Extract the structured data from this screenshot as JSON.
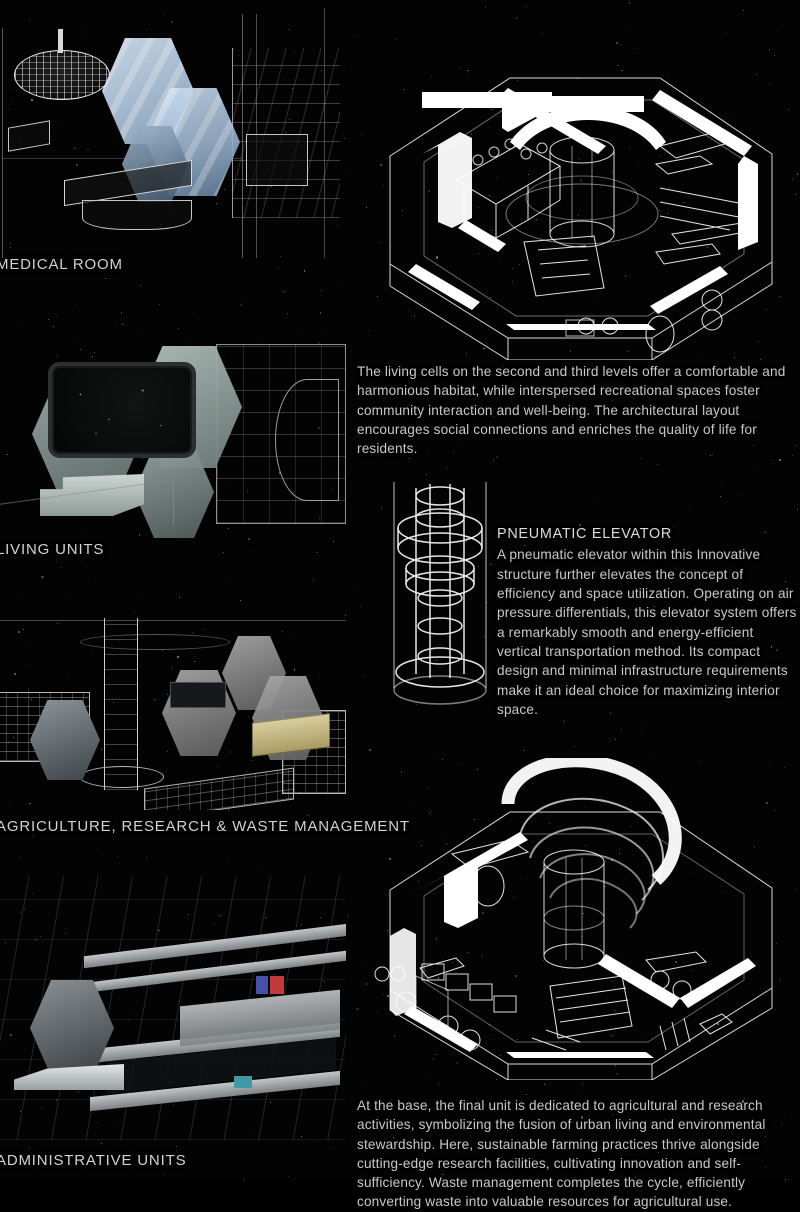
{
  "board": {
    "background_color": "#030303",
    "line_color": "#ffffff",
    "text_color": "#c9c9c9"
  },
  "captions": [
    {
      "id": "medical-room",
      "label": "MEDICAL ROOM"
    },
    {
      "id": "living-units",
      "label": "LIVING UNITS"
    },
    {
      "id": "agriculture",
      "label": "AGRICULTURE, RESEARCH & WASTE MANAGEMENT"
    },
    {
      "id": "administrative",
      "label": "ADMINISTRATIVE UNITS"
    }
  ],
  "paragraphs": {
    "living": "The living cells on the second and third levels offer a comfortable and harmonious habitat, while interspersed recreational spaces foster community interaction and well-being. The architectural layout encourages social connections and enriches the quality of life for residents.",
    "elevator_heading": "PNEUMATIC ELEVATOR",
    "elevator_body": "A pneumatic elevator within this Innovative structure further elevates the concept of efficiency and space utilization. Operating on air pressure differentials, this elevator system offers a remarkably smooth and energy-efficient vertical transportation method. Its compact design and minimal infrastructure requirements make it an ideal choice for maximizing interior space.",
    "base": "At the base, the final unit is dedicated to agricultural and research activities, symbolizing the fusion of urban living and environmental stewardship. Here, sustainable farming practices thrive alongside cutting-edge research facilities, cultivating innovation and self-sufficiency. Waste management completes the cycle, efficiently converting waste into valuable resources for agricultural use."
  },
  "figures": {
    "upper_axonometric": "hexagonal floor plate cutaway with central cylindrical core",
    "lower_axonometric": "hexagonal base level with spiral ramp and central core",
    "elevator_diagram": "cylindrical pneumatic elevator shaft with ring platforms"
  }
}
